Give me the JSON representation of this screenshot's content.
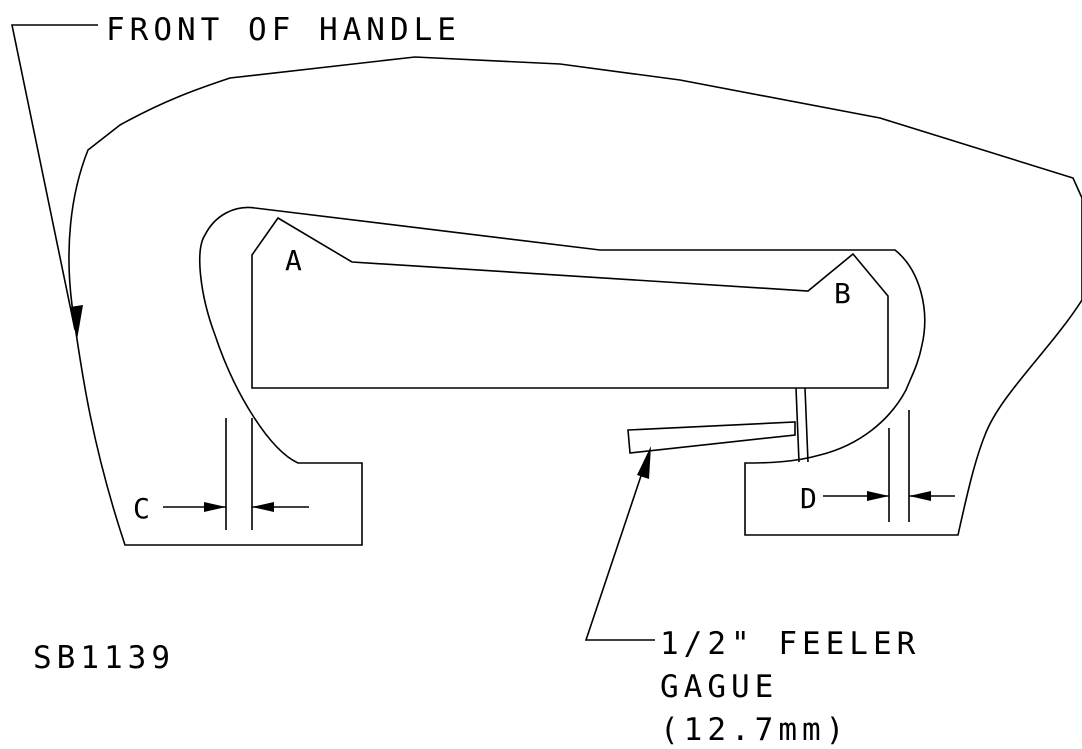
{
  "labels": {
    "front_of_handle": "FRONT OF HANDLE",
    "point_a": "A",
    "point_b": "B",
    "point_c": "C",
    "point_d": "D",
    "part_number": "SB1139",
    "feeler_line1": "1/2\" FEELER",
    "feeler_line2": "GAGUE",
    "feeler_line3": "(12.7mm)"
  }
}
